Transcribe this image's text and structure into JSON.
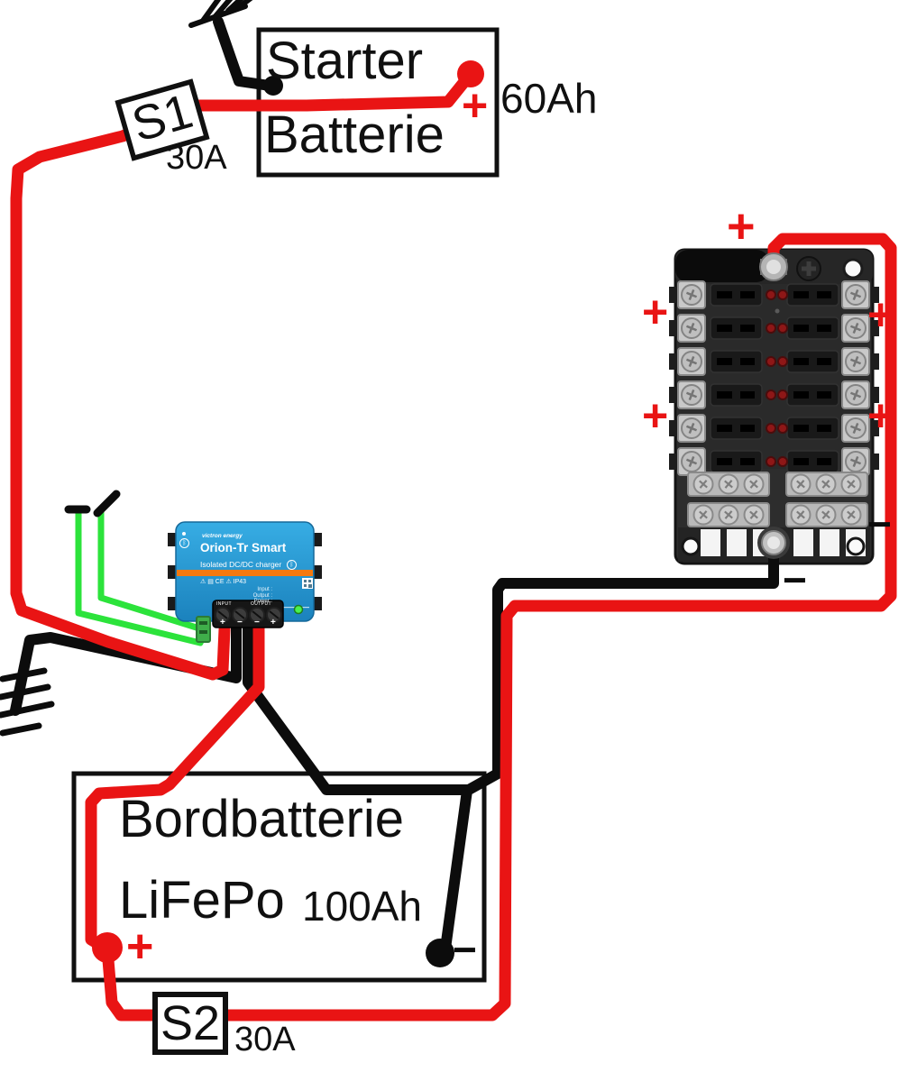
{
  "diagram": {
    "colors": {
      "positive_red": "#e91414",
      "negative_black": "#0c0c0c",
      "remote_green": "#2ce33b",
      "victron_blue": "#2095d3",
      "victron_orange": "#f5790f"
    },
    "marks": {
      "plus": "+",
      "minus": "−"
    },
    "starter_battery": {
      "name_line1": "Starter",
      "name_line2": "Batterie",
      "capacity": "60Ah"
    },
    "fuse_s1": {
      "label": "S1",
      "rating": "30A"
    },
    "fuse_s2": {
      "label": "S2",
      "rating": "30A"
    },
    "board_battery": {
      "name_line1": "Bordbatterie",
      "name_line2": "LiFePo",
      "capacity": "100Ah"
    },
    "charger": {
      "brand": "victron energy",
      "model": "Orion-Tr Smart",
      "subtitle": "Isolated DC/DC charger",
      "bluetooth": "ᛒ",
      "certifications": "⚠ ▤ CE ⚠ IP43",
      "specs": {
        "line1": "Input :",
        "line2": "Output :",
        "line3": "Power :"
      },
      "terminal_group_input": "INPUT",
      "terminal_group_output": "OUTPUT",
      "polarity": {
        "t1": "+",
        "t2": "−",
        "t3": "−",
        "t4": "+"
      }
    }
  }
}
